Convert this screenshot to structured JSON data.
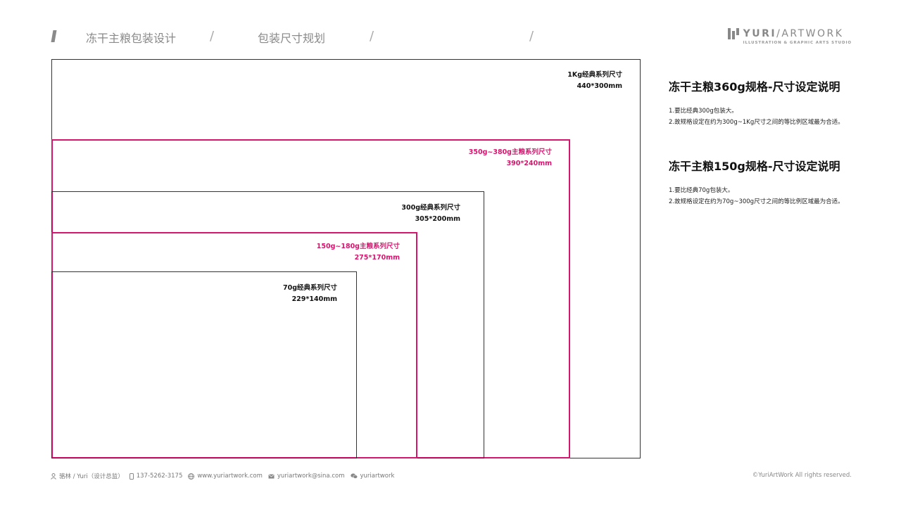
{
  "header": {
    "project": "冻干主粮包装设计",
    "section": "包装尺寸规划",
    "slash": "/"
  },
  "logo": {
    "brand": "YURI",
    "sep": "/",
    "suffix": "ARTWORK",
    "tagline": "ILLUSTRATION & GRAPHIC ARTS STUDIO"
  },
  "boxes": [
    {
      "name": "1Kg经典系列尺寸",
      "size": "440*300mm",
      "color": "#333333"
    },
    {
      "name": "350g~380g主粮系列尺寸",
      "size": "390*240mm",
      "color": "#d4166e"
    },
    {
      "name": "300g经典系列尺寸",
      "size": "305*200mm",
      "color": "#333333"
    },
    {
      "name": "150g~180g主粮系列尺寸",
      "size": "275*170mm",
      "color": "#d4166e"
    },
    {
      "name": "70g经典系列尺寸",
      "size": "229*140mm",
      "color": "#333333"
    }
  ],
  "notes": [
    {
      "title": "冻干主粮360g规格-尺寸设定说明",
      "lines": [
        "1.要比经典300g包装大。",
        "2.故规格设定在约为300g~1Kg尺寸之间的等比例区域最为合适。"
      ]
    },
    {
      "title": "冻干主粮150g规格-尺寸设定说明",
      "lines": [
        "1.要比经典70g包装大。",
        "2.故规格设定在约为70g~300g尺寸之间的等比例区域最为合适。"
      ]
    }
  ],
  "footer": {
    "person": "骆林 / Yuri（设计总监）",
    "phone": "137-5262-3175",
    "website": "www.yuriartwork.com",
    "email": "yuriartwork@sina.com",
    "wechat": "yuriartwork",
    "copyright": "©YuriArtWork All rights reserved."
  },
  "icons": [
    "person-icon",
    "phone-icon",
    "globe-icon",
    "mail-icon",
    "wechat-icon"
  ]
}
